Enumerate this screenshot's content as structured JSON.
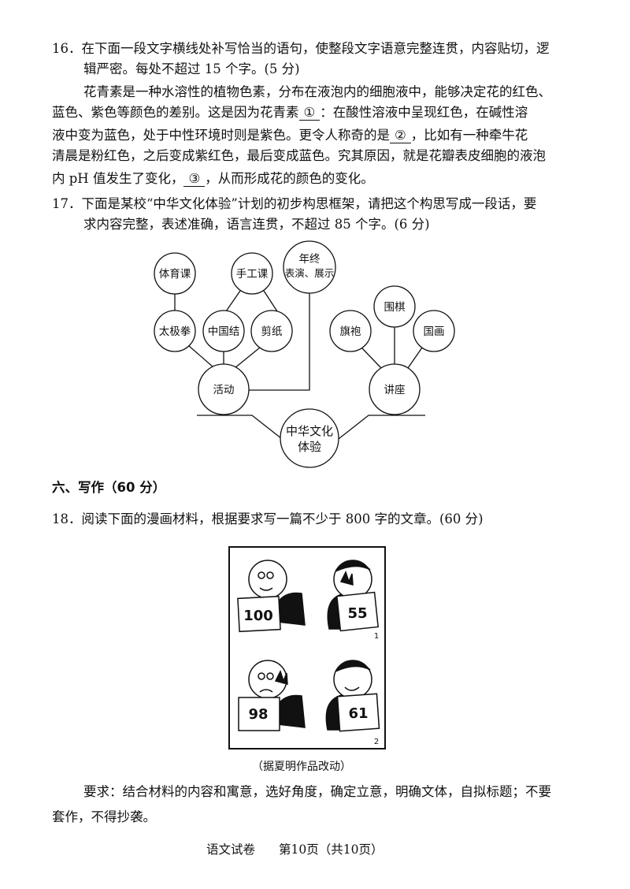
{
  "q16": {
    "line1": "16．在下面一段文字横线处补写恰当的语句，使整段文字语意完整连贯，内容贴切，逻",
    "line2": "辑严密。每处不超过 15 个字。(5 分)",
    "p1": "花青素是一种水溶性的植物色素，分布在液泡内的细胞液中，能够决定花的红色、",
    "p2a": "蓝色、紫色等颜色的差别。这是因为花青素",
    "blank1": "①",
    "p2b": "：在酸性溶液中呈现红色，在碱性溶",
    "p3a": "液中变为蓝色，处于中性环境时则是紫色。更令人称奇的是",
    "blank2": "②",
    "p3b": "，比如有一种牵牛花",
    "p4": "清晨是粉红色，之后变成紫红色，最后变成蓝色。究其原因，就是花瓣表皮细胞的液泡",
    "p5a": "内 pH 值发生了变化，",
    "blank3": "③",
    "p5b": "，从而形成花的颜色的变化。"
  },
  "q17": {
    "line1": "17．下面是某校“中华文化体验”计划的初步构思框架，请把这个构思写成一段话，要",
    "line2": "求内容完整，表述准确，语言连贯，不超过 85 个字。(6 分)",
    "diagram": {
      "root_line1": "中华文化",
      "root_line2": "体验",
      "activity": "活动",
      "lecture": "讲座",
      "taiji": "太极拳",
      "knot": "中国结",
      "papercut": "剪纸",
      "pe": "体育课",
      "craft": "手工课",
      "show_line1": "年终",
      "show_line2": "表演、展示",
      "qipao": "旗袍",
      "go": "围棋",
      "painting": "国画"
    }
  },
  "section6": "六、写作（60 分）",
  "q18": {
    "line1": "18．阅读下面的漫画材料，根据要求写一篇不少于 800 字的文章。(60 分)",
    "cartoon": {
      "score1": "100",
      "score2": "55",
      "score3": "98",
      "score4": "61",
      "panel1": "1",
      "panel2": "2"
    },
    "caption": "（据夏明作品改动）",
    "req1": "要求：结合材料的内容和寓意，选好角度，确定立意，明确文体，自拟标题；不要",
    "req2": "套作，不得抄袭。"
  },
  "footer": {
    "subject": "语文试卷",
    "page": "第10页（共10页）"
  }
}
